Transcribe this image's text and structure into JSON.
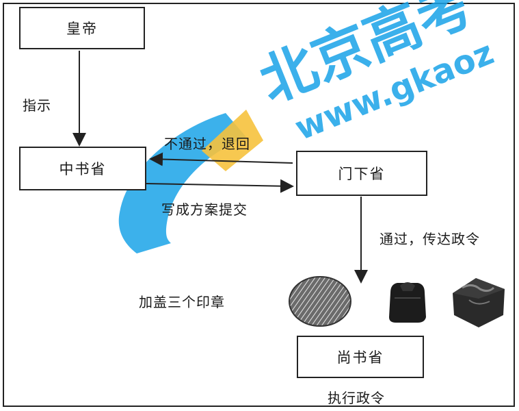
{
  "nodes": {
    "emperor": "皇帝",
    "zhongshu": "中书省",
    "menxia": "门下省",
    "shangshu": "尚书省"
  },
  "edges": {
    "instruct": "指示",
    "reject": "不通过，退回",
    "submit": "写成方案提交",
    "pass": "通过，传达政令",
    "stamp": "加盖三个印章",
    "execute": "执行政令"
  },
  "watermark": {
    "text_main": "北京高考",
    "text_url": "www.gkaoz",
    "colors": {
      "blue": "#1aa3e8",
      "orange": "#f6c23d"
    }
  },
  "icons": [
    "round-seal-icon",
    "square-seal-icon",
    "carved-seal-icon"
  ]
}
